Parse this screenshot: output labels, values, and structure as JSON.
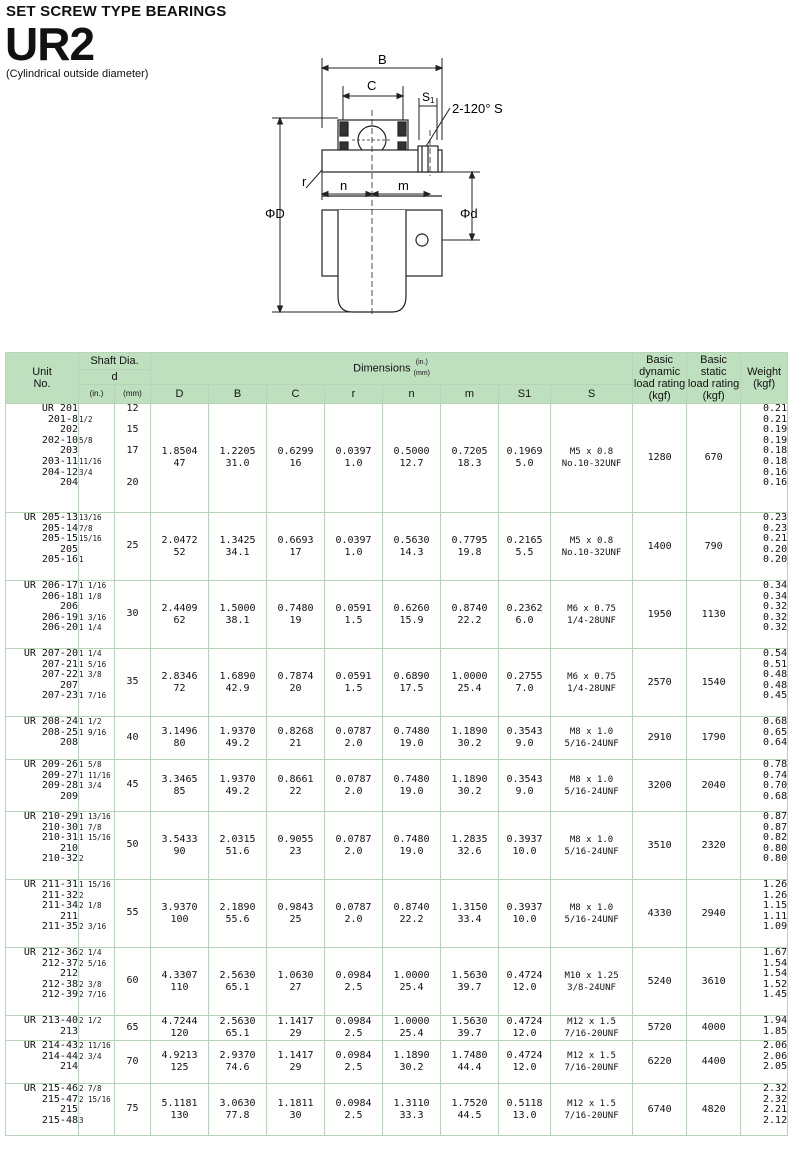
{
  "header": {
    "title": "SET SCREW TYPE BEARINGS",
    "model": "UR2",
    "subtitle": "(Cylindrical outside diameter)"
  },
  "drawing": {
    "label_B": "B",
    "label_C": "C",
    "label_S1": "S",
    "label_S1_sub": "1",
    "label_S": "2-120° S",
    "label_r": "r",
    "label_n": "n",
    "label_m": "m",
    "label_D": "ΦD",
    "label_d": "Φd"
  },
  "table": {
    "headers": {
      "unit_no": "Unit\nNo.",
      "shaft_dia": "Shaft Dia.",
      "shaft_d": "d",
      "in": "(in.)",
      "mm": "(mm)",
      "dimensions": "Dimensions",
      "dim_units": "(in.)\n(mm)",
      "D": "D",
      "B": "B",
      "C": "C",
      "r": "r",
      "n": "n",
      "m": "m",
      "S1": "S1",
      "S": "S",
      "dynamic": "Basic\ndynamic\nload rating\n(kgf)",
      "static": "Basic\nstatic\nload rating\n(kgf)",
      "weight": "Weight\n(kgf)"
    },
    "groups": [
      {
        "units": "UR 201\n201-8\n202\n202-10\n203\n203-11\n204-12\n204",
        "inch": "\n1/2\n\n5/8\n\n11/16\n3/4\n",
        "mm": "12\n\n15\n\n17\n\n\n20",
        "D": "1.8504\n47",
        "B": "1.2205\n31.0",
        "C": "0.6299\n16",
        "r": "0.0397\n1.0",
        "n": "0.5000\n12.7",
        "m": "0.7205\n18.3",
        "S1": "0.1969\n5.0",
        "S": "M5 x 0.8\nNo.10-32UNF",
        "dyn": "1280",
        "stat": "670",
        "wt": "0.21\n0.21\n0.19\n0.19\n0.18\n0.18\n0.16\n0.16"
      },
      {
        "units": "UR 205-13\n205-14\n205-15\n205\n205-16",
        "inch": "13/16\n7/8\n15/16\n\n1",
        "mm": "25",
        "D": "2.0472\n52",
        "B": "1.3425\n34.1",
        "C": "0.6693\n17",
        "r": "0.0397\n1.0",
        "n": "0.5630\n14.3",
        "m": "0.7795\n19.8",
        "S1": "0.2165\n5.5",
        "S": "M5 x 0.8\nNo.10-32UNF",
        "dyn": "1400",
        "stat": "790",
        "wt": "0.23\n0.23\n0.21\n0.20\n0.20"
      },
      {
        "units": "UR 206-17\n206-18\n206\n206-19\n206-20",
        "inch": "1 1/16\n1 1/8\n\n1 3/16\n1 1/4",
        "mm": "30",
        "D": "2.4409\n62",
        "B": "1.5000\n38.1",
        "C": "0.7480\n19",
        "r": "0.0591\n1.5",
        "n": "0.6260\n15.9",
        "m": "0.8740\n22.2",
        "S1": "0.2362\n6.0",
        "S": "M6 x 0.75\n1/4-28UNF",
        "dyn": "1950",
        "stat": "1130",
        "wt": "0.34\n0.34\n0.32\n0.32\n0.32"
      },
      {
        "units": "UR 207-20\n207-21\n207-22\n207\n207-23",
        "inch": "1 1/4\n1 5/16\n1 3/8\n\n1 7/16",
        "mm": "35",
        "D": "2.8346\n72",
        "B": "1.6890\n42.9",
        "C": "0.7874\n20",
        "r": "0.0591\n1.5",
        "n": "0.6890\n17.5",
        "m": "1.0000\n25.4",
        "S1": "0.2755\n7.0",
        "S": "M6 x 0.75\n1/4-28UNF",
        "dyn": "2570",
        "stat": "1540",
        "wt": "0.54\n0.51\n0.48\n0.48\n0.45"
      },
      {
        "units": "UR 208-24\n208-25\n208",
        "inch": "1 1/2\n1 9/16\n",
        "mm": "40",
        "D": "3.1496\n80",
        "B": "1.9370\n49.2",
        "C": "0.8268\n21",
        "r": "0.0787\n2.0",
        "n": "0.7480\n19.0",
        "m": "1.1890\n30.2",
        "S1": "0.3543\n9.0",
        "S": "M8 x 1.0\n5/16-24UNF",
        "dyn": "2910",
        "stat": "1790",
        "wt": "0.68\n0.65\n0.64"
      },
      {
        "units": "UR 209-26\n209-27\n209-28\n209",
        "inch": "1 5/8\n1 11/16\n1 3/4\n",
        "mm": "45",
        "D": "3.3465\n85",
        "B": "1.9370\n49.2",
        "C": "0.8661\n22",
        "r": "0.0787\n2.0",
        "n": "0.7480\n19.0",
        "m": "1.1890\n30.2",
        "S1": "0.3543\n9.0",
        "S": "M8 x 1.0\n5/16-24UNF",
        "dyn": "3200",
        "stat": "2040",
        "wt": "0.78\n0.74\n0.70\n0.68"
      },
      {
        "units": "UR 210-29\n210-30\n210-31\n210\n210-32",
        "inch": "1 13/16\n1 7/8\n1 15/16\n\n2",
        "mm": "50",
        "D": "3.5433\n90",
        "B": "2.0315\n51.6",
        "C": "0.9055\n23",
        "r": "0.0787\n2.0",
        "n": "0.7480\n19.0",
        "m": "1.2835\n32.6",
        "S1": "0.3937\n10.0",
        "S": "M8 x 1.0\n5/16-24UNF",
        "dyn": "3510",
        "stat": "2320",
        "wt": "0.87\n0.87\n0.82\n0.80\n0.80"
      },
      {
        "units": "UR 211-31\n211-32\n211-34\n211\n211-35",
        "inch": "1 15/16\n2\n2 1/8\n\n2 3/16",
        "mm": "55",
        "D": "3.9370\n100",
        "B": "2.1890\n55.6",
        "C": "0.9843\n25",
        "r": "0.0787\n2.0",
        "n": "0.8740\n22.2",
        "m": "1.3150\n33.4",
        "S1": "0.3937\n10.0",
        "S": "M8 x 1.0\n5/16-24UNF",
        "dyn": "4330",
        "stat": "2940",
        "wt": "1.26\n1.26\n1.15\n1.11\n1.09"
      },
      {
        "units": "UR 212-36\n212-37\n212\n212-38\n212-39",
        "inch": "2 1/4\n2 5/16\n\n2 3/8\n2 7/16",
        "mm": "60",
        "D": "4.3307\n110",
        "B": "2.5630\n65.1",
        "C": "1.0630\n27",
        "r": "0.0984\n2.5",
        "n": "1.0000\n25.4",
        "m": "1.5630\n39.7",
        "S1": "0.4724\n12.0",
        "S": "M10 x 1.25\n3/8-24UNF",
        "dyn": "5240",
        "stat": "3610",
        "wt": "1.67\n1.54\n1.54\n1.52\n1.45"
      },
      {
        "units": "UR 213-40\n213",
        "inch": "2 1/2\n",
        "mm": "65",
        "D": "4.7244\n120",
        "B": "2.5630\n65.1",
        "C": "1.1417\n29",
        "r": "0.0984\n2.5",
        "n": "1.0000\n25.4",
        "m": "1.5630\n39.7",
        "S1": "0.4724\n12.0",
        "S": "M12 x 1.5\n7/16-20UNF",
        "dyn": "5720",
        "stat": "4000",
        "wt": "1.94\n1.85"
      },
      {
        "units": "UR 214-43\n214-44\n214",
        "inch": "2 11/16\n2 3/4\n",
        "mm": "70",
        "D": "4.9213\n125",
        "B": "2.9370\n74.6",
        "C": "1.1417\n29",
        "r": "0.0984\n2.5",
        "n": "1.1890\n30.2",
        "m": "1.7480\n44.4",
        "S1": "0.4724\n12.0",
        "S": "M12 x 1.5\n7/16-20UNF",
        "dyn": "6220",
        "stat": "4400",
        "wt": "2.06\n2.06\n2.05"
      },
      {
        "units": "UR 215-46\n215-47\n215\n215-48",
        "inch": "2 7/8\n2 15/16\n\n3",
        "mm": "75",
        "D": "5.1181\n130",
        "B": "3.0630\n77.8",
        "C": "1.1811\n30",
        "r": "0.0984\n2.5",
        "n": "1.3110\n33.3",
        "m": "1.7520\n44.5",
        "S1": "0.5118\n13.0",
        "S": "M12 x 1.5\n7/16-20UNF",
        "dyn": "6740",
        "stat": "4820",
        "wt": "2.32\n2.32\n2.21\n2.12"
      }
    ]
  }
}
